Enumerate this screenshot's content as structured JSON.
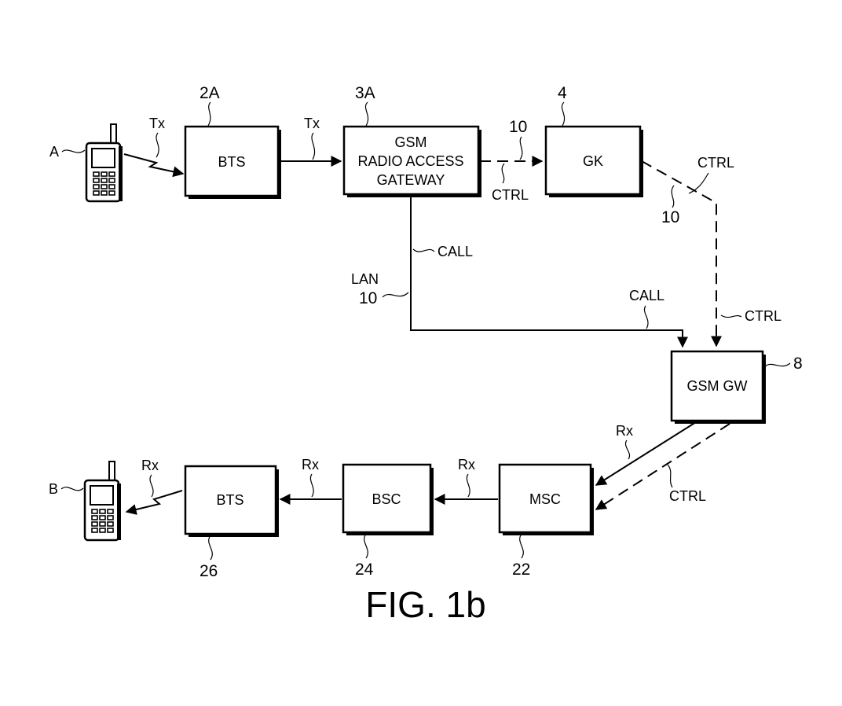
{
  "figure_label": "FIG. 1b",
  "boxes": {
    "bts_top": {
      "text": "BTS",
      "ref": "2A"
    },
    "gateway": {
      "line1": "GSM",
      "line2": "RADIO ACCESS",
      "line3": "GATEWAY",
      "ref": "3A"
    },
    "gk": {
      "text": "GK",
      "ref": "4"
    },
    "gsm_gw": {
      "text": "GSM GW",
      "ref": "8"
    },
    "msc": {
      "text": "MSC",
      "ref": "22"
    },
    "bsc": {
      "text": "BSC",
      "ref": "24"
    },
    "bts_bottom": {
      "text": "BTS",
      "ref": "26"
    }
  },
  "phones": {
    "a": "A",
    "b": "B"
  },
  "labels": {
    "tx": "Tx",
    "rx": "Rx",
    "ctrl": "CTRL",
    "call": "CALL",
    "lan": "LAN",
    "ten": "10"
  }
}
